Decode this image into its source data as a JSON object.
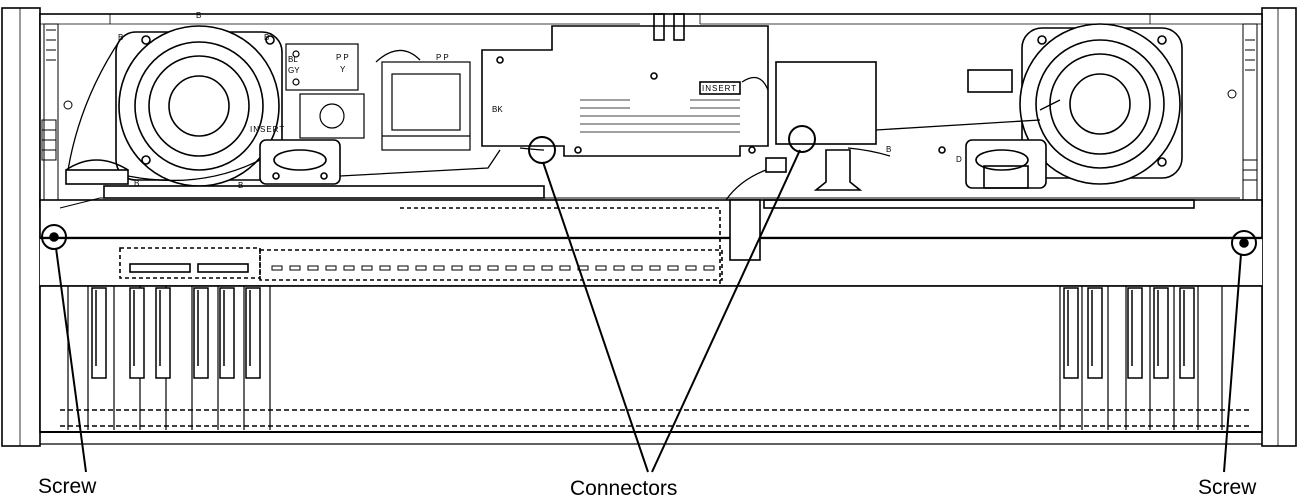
{
  "callouts": {
    "screw_left": "Screw",
    "connectors": "Connectors",
    "screw_right": "Screw"
  },
  "panel_labels": {
    "insert_left": "INSERT",
    "insert_right": "INSERT",
    "marker_b": "B",
    "marker_d": "D",
    "terminal_pp_left": "P P",
    "terminal_pp_right": "P P",
    "terminal_y": "Y",
    "terminal_bl": "BL",
    "terminal_gy": "GY",
    "terminal_bk": "BK"
  },
  "colors": {
    "line": "#000000",
    "background": "#ffffff",
    "shade": "#d9d9d9"
  }
}
